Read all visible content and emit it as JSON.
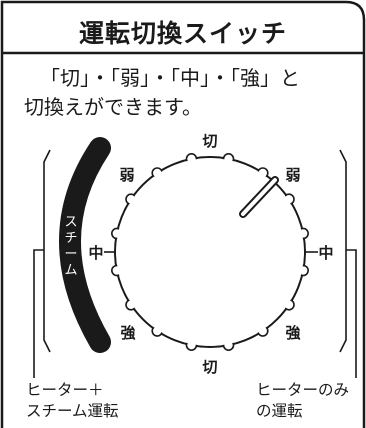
{
  "title": "運転切換スイッチ",
  "description": {
    "line1": "「切」・「弱」・「中」・「強」と",
    "line2": "切換えができます。"
  },
  "dial": {
    "label_top": "切",
    "label_bottom": "切",
    "label_left_upper": "弱",
    "label_left_middle": "中",
    "label_left_lower": "強",
    "label_right_upper": "弱",
    "label_right_middle": "中",
    "label_right_lower": "強",
    "steam_label": "スチーム",
    "pointer_position": "弱"
  },
  "captions": {
    "left": {
      "line1": "ヒーター＋",
      "line2": "スチーム運転"
    },
    "right": {
      "line1": "ヒーターのみ",
      "line2": "の運転"
    }
  },
  "colors": {
    "ink": "#1a1a1a",
    "steam_band": "#1a1a1a",
    "steam_text": "#ffffff"
  }
}
